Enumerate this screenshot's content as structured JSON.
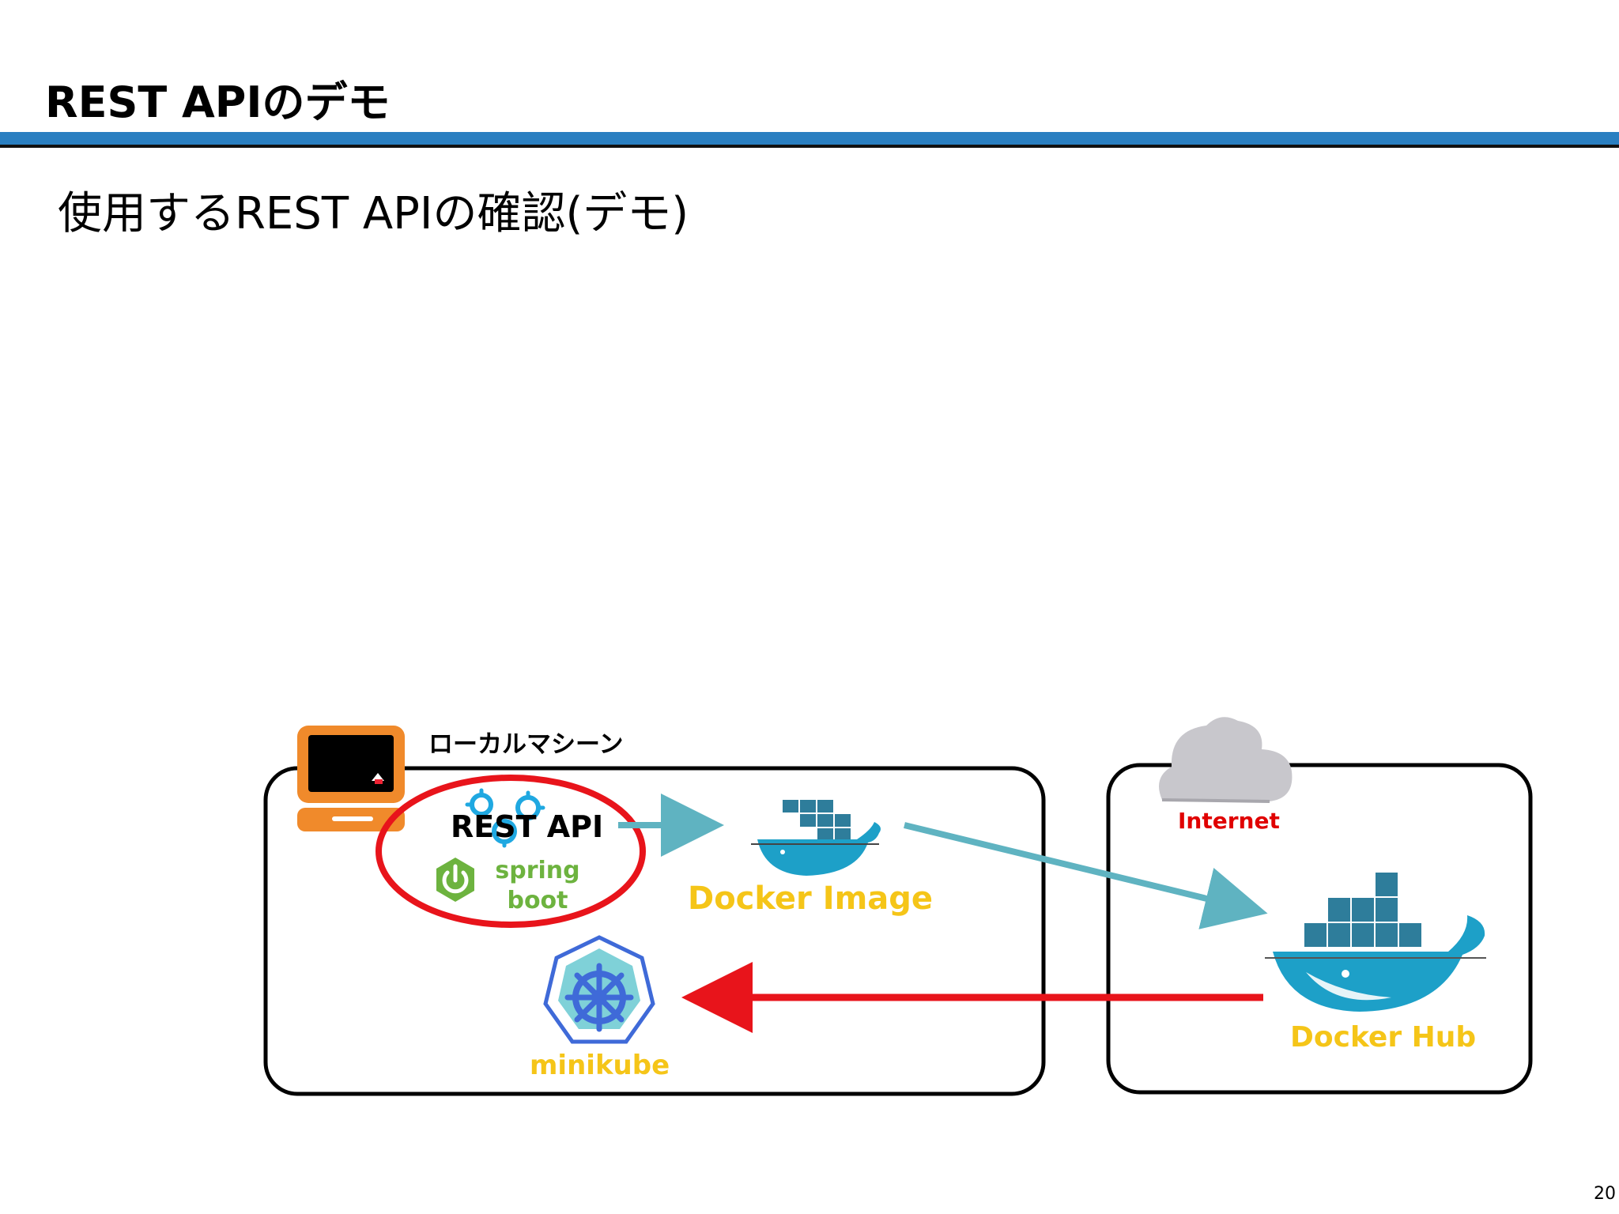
{
  "slide": {
    "title": "REST APIのデモ",
    "subtitle": "使用するREST APIの確認(デモ)",
    "page_number": "20"
  },
  "diagram": {
    "local_machine_label": "ローカルマシーン",
    "rest_api_label": "REST API",
    "spring_boot_label_line1": "spring",
    "spring_boot_label_line2": "boot",
    "docker_image_label": "Docker Image",
    "minikube_label": "minikube",
    "internet_label": "Internet",
    "docker_hub_label": "Docker Hub"
  },
  "icons": {
    "computer": "computer-icon",
    "gears": "gears-icon",
    "spring_boot": "spring-boot-power-icon",
    "docker_whale_small": "docker-whale-icon",
    "docker_whale_large": "docker-whale-icon",
    "kubernetes": "kubernetes-helm-icon",
    "cloud": "cloud-icon"
  },
  "colors": {
    "title_bar": "#2a7fc1",
    "highlight_ellipse": "#e8141b",
    "push_arrow": "#5fb3c1",
    "pull_arrow": "#e8141b",
    "label_yellow": "#f5c518",
    "spring_green": "#6db33f",
    "internet_red": "#e00000"
  }
}
